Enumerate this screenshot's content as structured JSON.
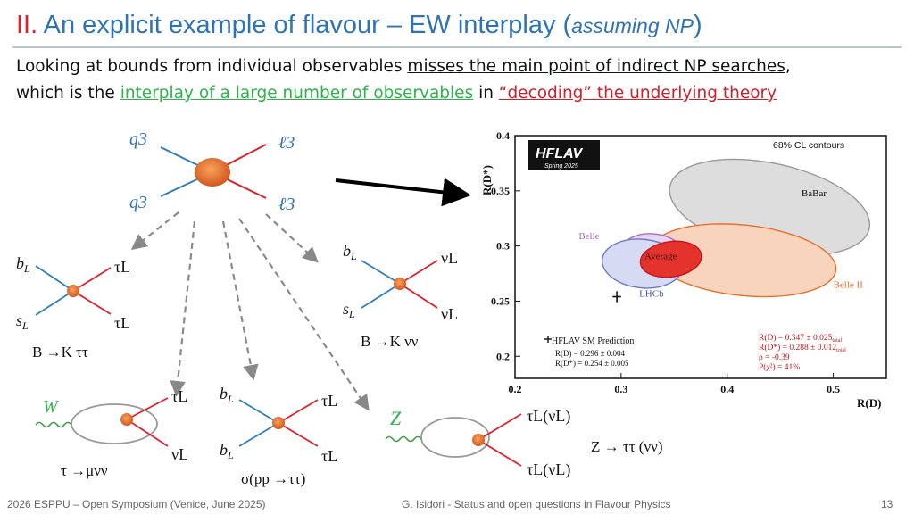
{
  "title": {
    "number": "II.",
    "text": "An explicit example of flavour –  EW interplay (",
    "emph": "assuming NP",
    "close": ")"
  },
  "intro": {
    "l1_a": "Looking at bounds from individual observables  ",
    "l1_u": "misses the main point of indirect NP searches",
    "l1_b": ",",
    "l2_a": "which is the ",
    "l2_green": "interplay of a large number of observables",
    "l2_b": " in ",
    "l2_red": "“decoding” the underlying theory"
  },
  "main_vertex": {
    "q3_top": "q3",
    "l3_top": "ℓ3",
    "q3_bot": "q3",
    "l3_bot": "ℓ3"
  },
  "diagrams": {
    "bktt": {
      "b": "b",
      "s": "s",
      "sub": "L",
      "tau1": "τL",
      "tau2": "τL",
      "caption": "B →K ττ"
    },
    "bknn": {
      "b": "b",
      "s": "s",
      "sub": "L",
      "nu1": "νL",
      "nu2": "νL",
      "caption": "B →K νν"
    },
    "tmunu": {
      "W": "W",
      "tau": "τL",
      "nu": "νL",
      "caption": "τ →μνν"
    },
    "pptt": {
      "b": "b",
      "sub": "L",
      "tau1": "τL",
      "tau2": "τL",
      "caption": "σ(pp →ττ)"
    },
    "z": {
      "Z": "Z",
      "top": "τL(νL)",
      "bot": "τL(νL)",
      "caption": "Z → ττ (νν)"
    }
  },
  "colors": {
    "blue": "#2e74b5",
    "red": "#e0202a",
    "green": "#2db34a",
    "orange": "#e8702a"
  },
  "chart_data": {
    "type": "scatter",
    "xlabel": "R(D)",
    "ylabel": "R(D*)",
    "xlim": [
      0.2,
      0.55
    ],
    "ylim": [
      0.18,
      0.4
    ],
    "x_ticks": [
      "0.2",
      "0.3",
      "0.4",
      "0.5"
    ],
    "y_ticks": [
      "0.2",
      "0.25",
      "0.3",
      "0.35",
      "0.4"
    ],
    "logo": "HFLAV",
    "logo_sub": "Spring 2025",
    "contour_label": "68% CL contours",
    "ellipses": [
      {
        "name": "BaBar",
        "cx": 0.44,
        "cy": 0.335,
        "rx": 0.096,
        "ry": 0.04,
        "color": "#999999",
        "fill": "#dddddd"
      },
      {
        "name": "Belle II",
        "cx": 0.415,
        "cy": 0.287,
        "rx": 0.088,
        "ry": 0.032,
        "color": "#e8702a",
        "fill": "#f9d4bd"
      },
      {
        "name": "Belle",
        "cx": 0.33,
        "cy": 0.293,
        "rx": 0.03,
        "ry": 0.018,
        "color": "#a16cc7",
        "fill": "#e7d5f1"
      },
      {
        "name": "LHCb",
        "cx": 0.32,
        "cy": 0.284,
        "rx": 0.038,
        "ry": 0.022,
        "color": "#6a78c8",
        "fill": "#d6dbf3"
      },
      {
        "name": "Average",
        "cx": 0.347,
        "cy": 0.288,
        "rx": 0.029,
        "ry": 0.016,
        "color": "#c4151c",
        "fill": "#e4332c"
      }
    ],
    "sm_prediction": {
      "label": "HFLAV SM Prediction",
      "x": 0.296,
      "x_err": 0.004,
      "y": 0.254,
      "y_err": 0.005
    },
    "sm_text": [
      "R(D) = 0.296 ± 0.004",
      "R(D*) = 0.254 ± 0.005"
    ],
    "avg_text": [
      "R(D) = 0.347 ± 0.025",
      "R(D*) = 0.288 ± 0.012",
      "ρ = -0.39",
      "P(χ²) = 41%"
    ],
    "avg_sub": "total"
  },
  "footer": {
    "left": "2026 ESPPU – Open Symposium (Venice, June 2025)",
    "center": "G. Isidori - Status and open questions in Flavour Physics",
    "page": "13"
  }
}
